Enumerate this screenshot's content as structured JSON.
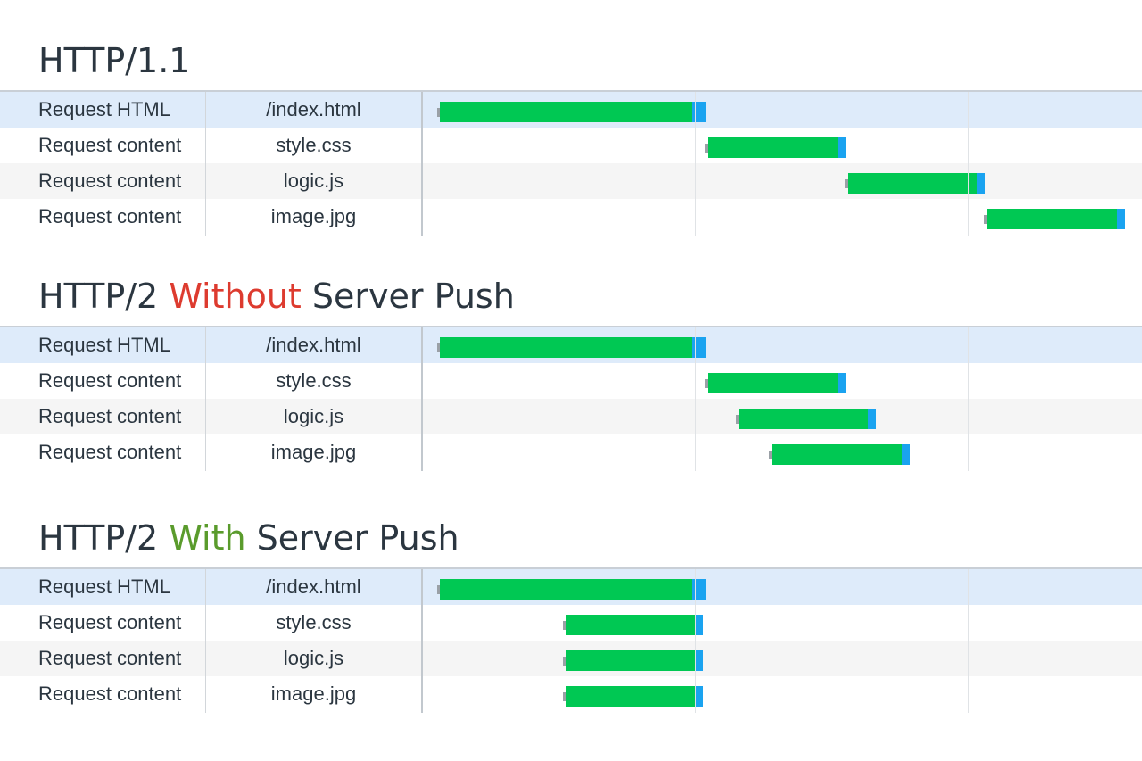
{
  "sections": [
    {
      "title_parts": [
        {
          "text": "HTTP/1.1",
          "style": "plain"
        }
      ],
      "rows": [
        {
          "label": "Request HTML",
          "file": "/index.html",
          "start": 0.0,
          "download": 0.91,
          "end": 0.96
        },
        {
          "label": "Request content",
          "file": "style.css",
          "start": 0.96,
          "download": 1.43,
          "end": 1.46
        },
        {
          "label": "Request content",
          "file": "logic.js",
          "start": 1.46,
          "download": 1.93,
          "end": 1.96
        },
        {
          "label": "Request content",
          "file": "image.jpg",
          "start": 1.96,
          "download": 2.43,
          "end": 2.46
        }
      ]
    },
    {
      "title_parts": [
        {
          "text": "HTTP/2 ",
          "style": "plain"
        },
        {
          "text": "Without",
          "style": "red"
        },
        {
          "text": " Server Push",
          "style": "plain"
        }
      ],
      "rows": [
        {
          "label": "Request HTML",
          "file": "/index.html",
          "start": 0.0,
          "download": 0.91,
          "end": 0.96
        },
        {
          "label": "Request content",
          "file": "style.css",
          "start": 0.96,
          "download": 1.43,
          "end": 1.46
        },
        {
          "label": "Request content",
          "file": "logic.js",
          "start": 1.07,
          "download": 1.54,
          "end": 1.57
        },
        {
          "label": "Request content",
          "file": "image.jpg",
          "start": 1.19,
          "download": 1.66,
          "end": 1.69
        }
      ]
    },
    {
      "title_parts": [
        {
          "text": "HTTP/2 ",
          "style": "plain"
        },
        {
          "text": "With",
          "style": "green"
        },
        {
          "text": " Server Push",
          "style": "plain"
        }
      ],
      "rows": [
        {
          "label": "Request HTML",
          "file": "/index.html",
          "start": 0.0,
          "download": 0.91,
          "end": 0.96
        },
        {
          "label": "Request content",
          "file": "style.css",
          "start": 0.45,
          "download": 0.92,
          "end": 0.95
        },
        {
          "label": "Request content",
          "file": "logic.js",
          "start": 0.45,
          "download": 0.92,
          "end": 0.95
        },
        {
          "label": "Request content",
          "file": "image.jpg",
          "start": 0.45,
          "download": 0.92,
          "end": 0.95
        }
      ]
    }
  ],
  "timeline": {
    "min": 0,
    "max": 2.5,
    "grid_step": 0.5
  },
  "colors": {
    "download": "#00c853",
    "receive": "#1aa3f0",
    "wait": "#9aa0a6",
    "without": "#dd3b2f",
    "with": "#5a9b2c",
    "highlight_row": "#deebfa",
    "alt_row": "#f5f5f5"
  }
}
